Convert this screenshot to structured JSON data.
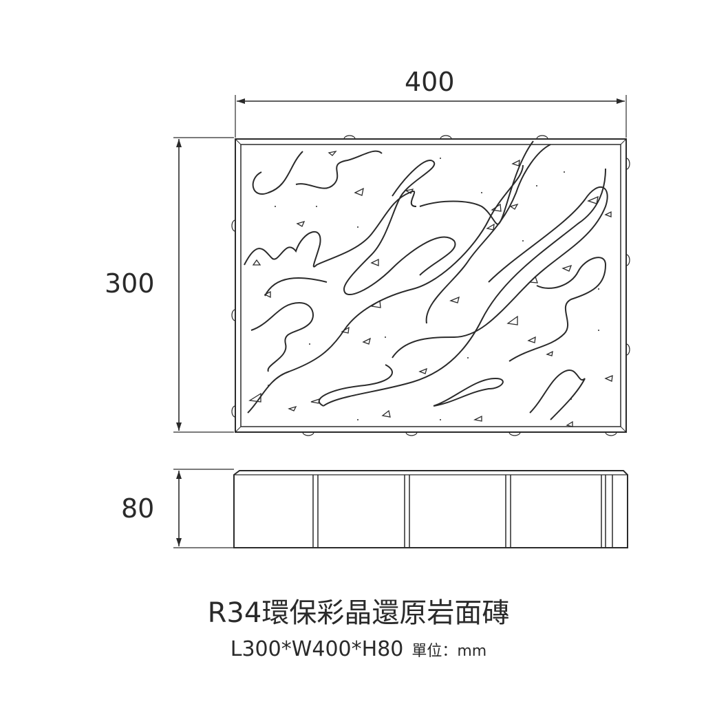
{
  "dimensions": {
    "width": "400",
    "length": "300",
    "height": "80"
  },
  "product": {
    "title": "R34環保彩晶還原岩面磚",
    "size": "L300*W400*H80",
    "unit": "單位：mm"
  },
  "colors": {
    "line": "#2a2a2a"
  }
}
